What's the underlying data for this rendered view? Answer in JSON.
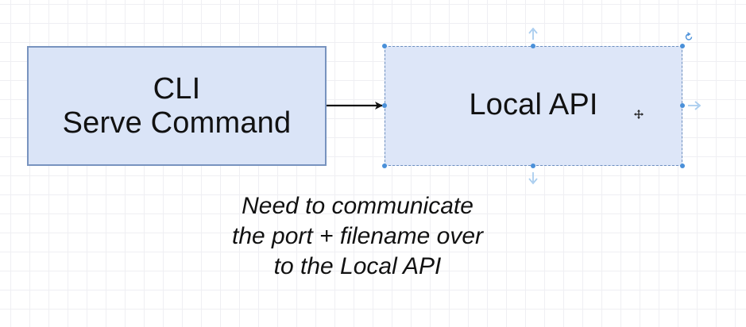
{
  "nodes": {
    "cli": {
      "line1": "CLI",
      "line2": "Serve Command"
    },
    "api": {
      "label": "Local API"
    }
  },
  "note": {
    "line1": "Need to communicate",
    "line2": "the port + filename over",
    "line3": "to the Local API"
  },
  "colors": {
    "node_fill": "#dae4f7",
    "node_stroke": "#6c8ebf",
    "selection": "#4a90d9",
    "hover_arrow": "#a9cdef",
    "grid": "#efeff3"
  },
  "icons": {
    "move_cursor": "move-cursor-icon",
    "rotate": "rotate-icon",
    "hover_arrows": "connect-arrow-icon"
  }
}
